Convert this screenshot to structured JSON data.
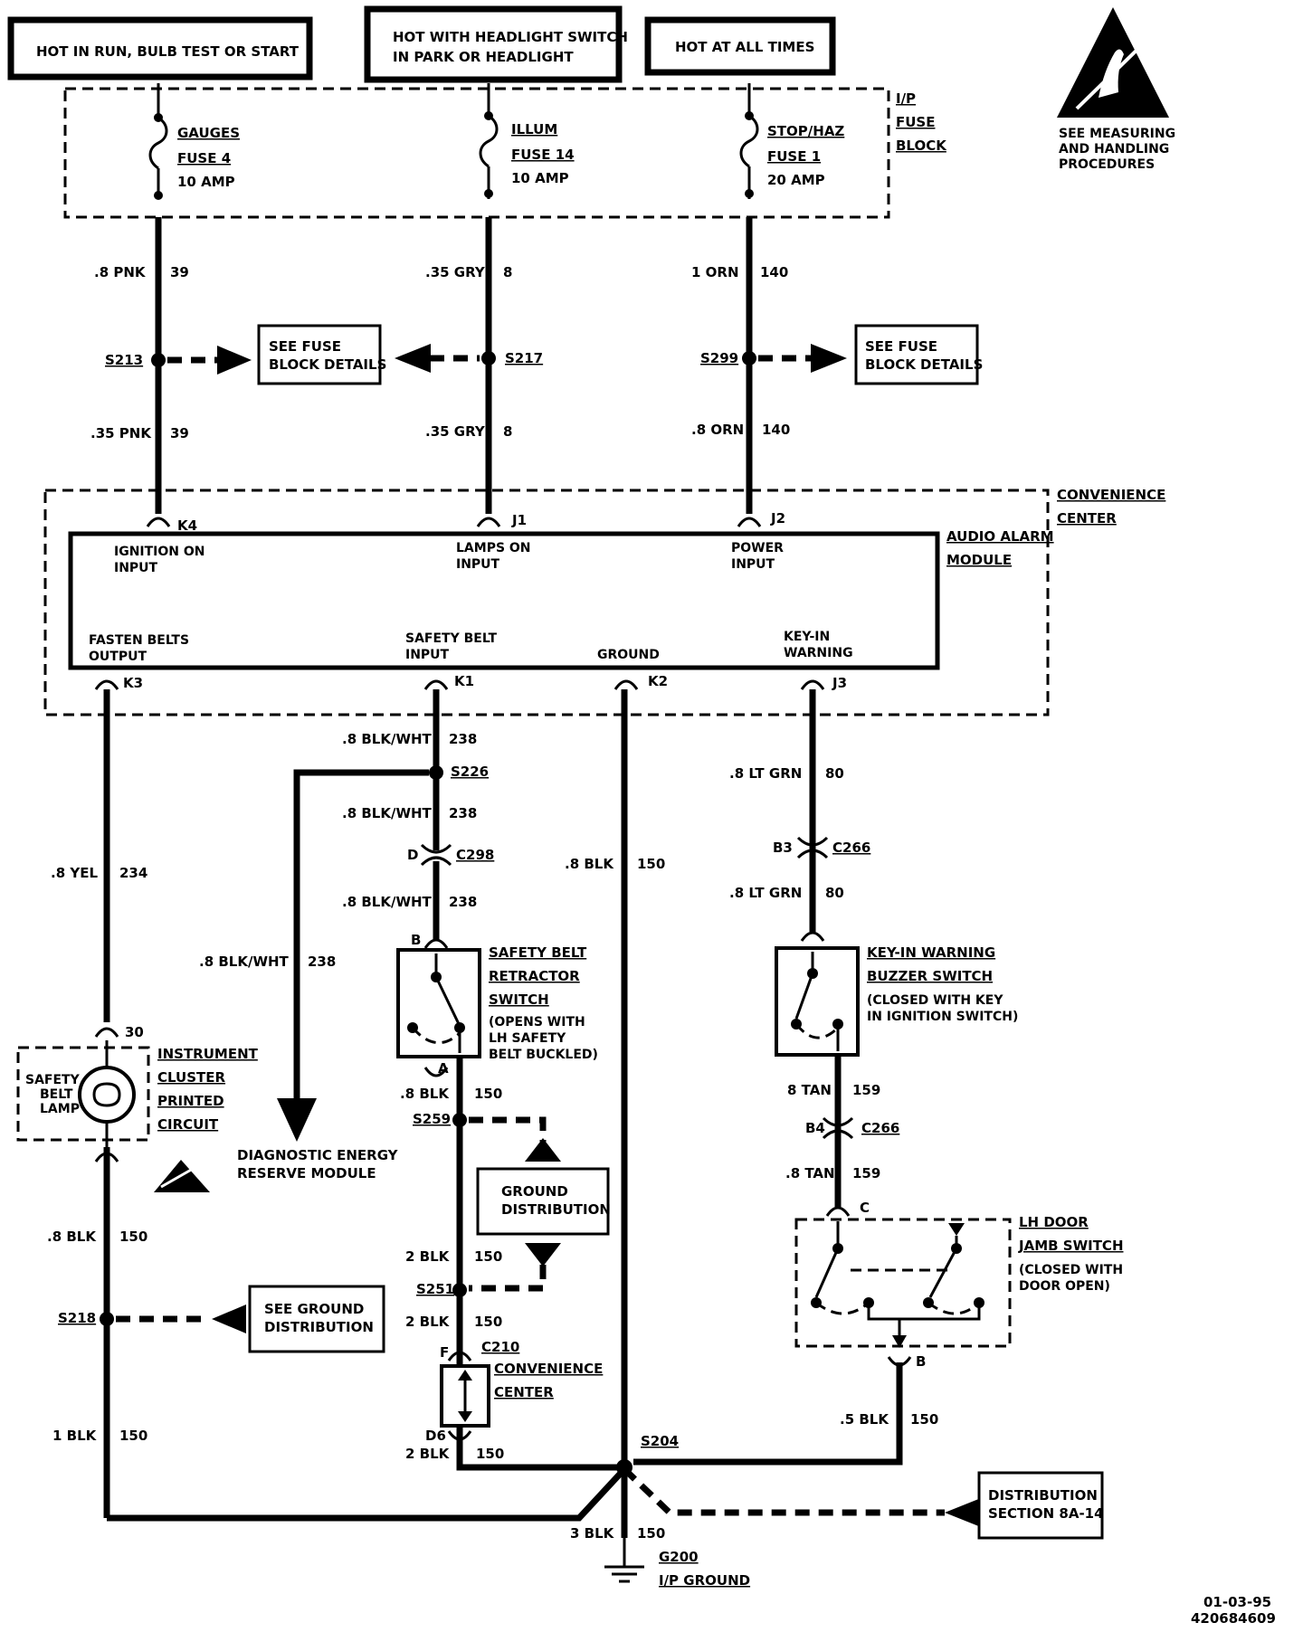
{
  "headers": {
    "run": "HOT IN RUN, BULB TEST OR START",
    "headlight": [
      "HOT WITH HEADLIGHT SWITCH",
      "IN PARK OR HEADLIGHT"
    ],
    "always": "HOT AT ALL TIMES"
  },
  "esd_note": [
    "SEE MEASURING",
    "AND HANDLING",
    "PROCEDURES"
  ],
  "fuse_block": {
    "label": [
      "I/P",
      "FUSE",
      "BLOCK"
    ],
    "fuses": [
      {
        "name": "GAUGES",
        "fuse": "FUSE 4",
        "rating": "10 AMP"
      },
      {
        "name": "ILLUM",
        "fuse": "FUSE 14",
        "rating": "10 AMP"
      },
      {
        "name": "STOP/HAZ",
        "fuse": "FUSE 1",
        "rating": "20 AMP"
      }
    ]
  },
  "wires": {
    "w1_top": [
      ".8 PNK",
      "39"
    ],
    "w2_top": [
      ".35 GRY",
      "8"
    ],
    "w3_top": [
      "1 ORN",
      "140"
    ],
    "w1_bot": [
      ".35 PNK",
      "39"
    ],
    "w2_bot": [
      ".35 GRY",
      "8"
    ],
    "w3_bot": [
      ".8 ORN",
      "140"
    ],
    "yel": [
      ".8 YEL",
      "234"
    ],
    "blkwht_a": [
      ".8 BLK/WHT",
      "238"
    ],
    "blkwht_b": [
      ".8 BLK/WHT",
      "238"
    ],
    "blkwht_c": [
      ".8 BLK/WHT",
      "238"
    ],
    "blkwht_d": [
      ".8 BLK/WHT",
      "238"
    ],
    "ground": [
      ".8 BLK",
      "150"
    ],
    "ltgrn_a": [
      ".8 LT GRN",
      "80"
    ],
    "ltgrn_b": [
      ".8 LT GRN",
      "80"
    ],
    "blk_a": [
      ".8 BLK",
      "150"
    ],
    "blk_b": [
      "2 BLK",
      "150"
    ],
    "blk_c": [
      "2 BLK",
      "150"
    ],
    "blk_d": [
      "2 BLK",
      "150"
    ],
    "tan_a": [
      "8 TAN",
      "159"
    ],
    "tan_b": [
      ".8 TAN",
      "159"
    ],
    "blk5": [
      ".5 BLK",
      "150"
    ],
    "blk_left": [
      ".8 BLK",
      "150"
    ],
    "blk1": [
      "1 BLK",
      "150"
    ],
    "blk3": [
      "3 BLK",
      "150"
    ]
  },
  "splices": {
    "s213": "S213",
    "s217": "S217",
    "s299": "S299",
    "s226": "S226",
    "s259": "S259",
    "s251": "S251",
    "s218": "S218",
    "s204": "S204"
  },
  "refs": {
    "fuse_details": [
      "SEE FUSE",
      "BLOCK DETAILS"
    ],
    "ground_dist": [
      "GROUND",
      "DISTRIBUTION"
    ],
    "see_ground": [
      "SEE GROUND",
      "DISTRIBUTION"
    ],
    "dist_section": [
      "DISTRIBUTION",
      "SECTION 8A-14"
    ],
    "derm": [
      "DIAGNOSTIC ENERGY",
      "RESERVE MODULE"
    ]
  },
  "module": {
    "convenience": [
      "CONVENIENCE",
      "CENTER"
    ],
    "audio": [
      "AUDIO ALARM",
      "MODULE"
    ],
    "ign": [
      "IGNITION ON",
      "INPUT"
    ],
    "lamps": [
      "LAMPS ON",
      "INPUT"
    ],
    "power": [
      "POWER",
      "INPUT"
    ],
    "fasten": [
      "FASTEN BELTS",
      "OUTPUT"
    ],
    "belt_in": [
      "SAFETY BELT",
      "INPUT"
    ],
    "ground": "GROUND",
    "keyin": [
      "KEY-IN",
      "WARNING"
    ],
    "pins": {
      "k4": "K4",
      "j1": "J1",
      "j2": "J2",
      "k3": "K3",
      "k1": "K1",
      "k2": "K2",
      "j3": "J3"
    }
  },
  "connectors": {
    "c298": "C298",
    "d": "D",
    "c266a": "C266",
    "b3": "B3",
    "c266b": "C266",
    "b4": "B4",
    "c210": "C210",
    "f": "F",
    "d6": "D6",
    "b_belt": "B",
    "a_belt": "A",
    "pin30": "30",
    "c_door": "C",
    "b_door": "B"
  },
  "components": {
    "belt_switch": [
      "SAFETY BELT",
      "RETRACTOR",
      "SWITCH",
      "(OPENS WITH",
      "LH SAFETY",
      "BELT BUCKLED)"
    ],
    "key_switch": [
      "KEY-IN WARNING",
      "BUZZER SWITCH",
      "(CLOSED WITH KEY",
      "IN IGNITION SWITCH)"
    ],
    "cluster": [
      "INSTRUMENT",
      "CLUSTER",
      "PRINTED",
      "CIRCUIT"
    ],
    "lamp": [
      "SAFETY",
      "BELT",
      "LAMP"
    ],
    "door": [
      "LH DOOR",
      "JAMB SWITCH",
      "(CLOSED WITH",
      "DOOR OPEN)"
    ],
    "conv_center": [
      "CONVENIENCE",
      "CENTER"
    ],
    "ground": [
      "G200",
      "I/P GROUND"
    ]
  },
  "footer": [
    "01-03-95",
    "420684609"
  ]
}
